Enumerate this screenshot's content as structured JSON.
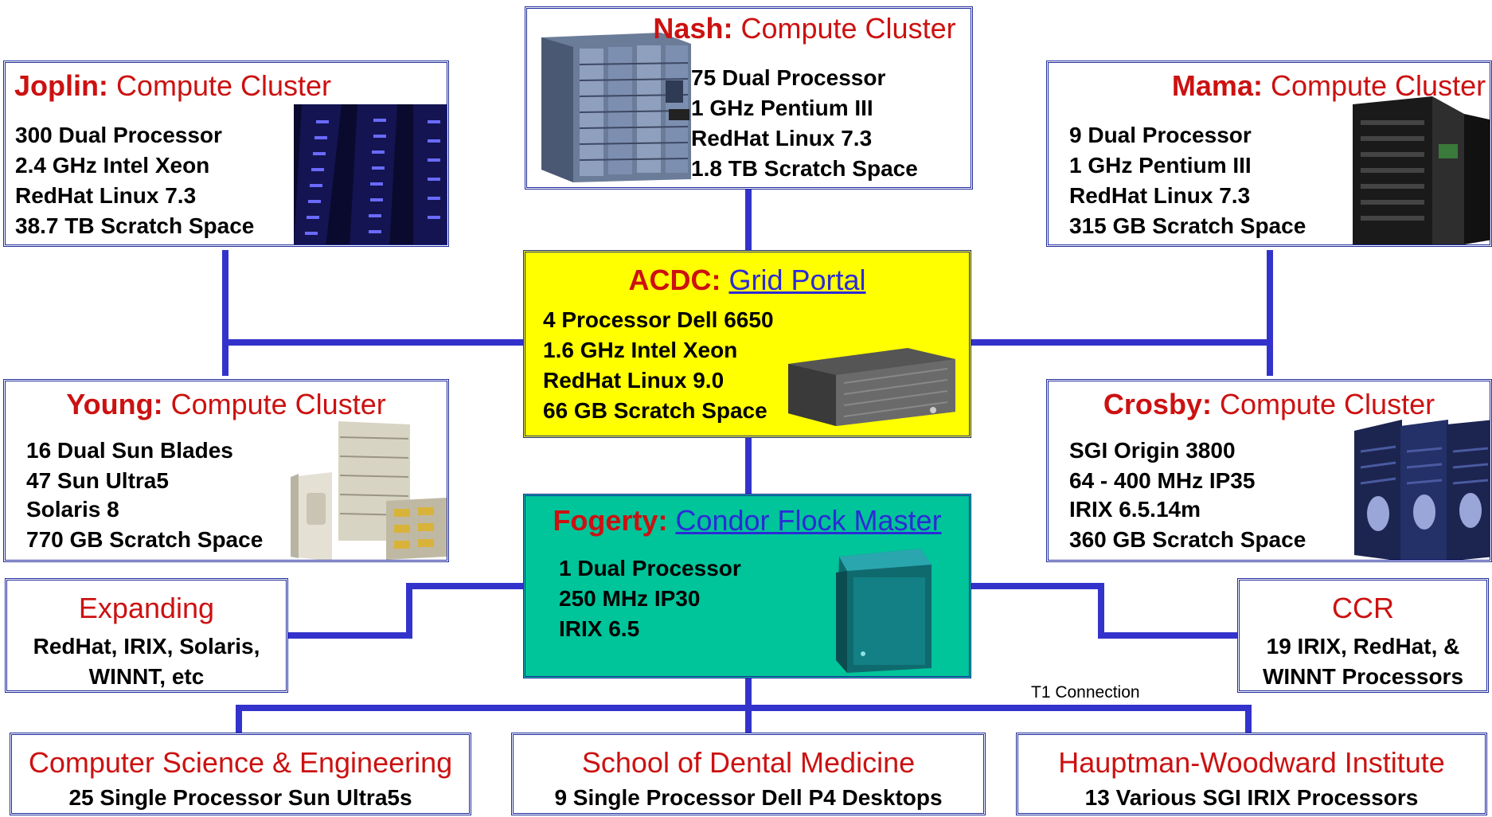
{
  "nash": {
    "name": "Nash:",
    "role": "Compute Cluster",
    "specs": [
      "75 Dual Processor",
      "1 GHz Pentium III",
      "RedHat Linux 7.3",
      "1.8 TB Scratch Space"
    ]
  },
  "joplin": {
    "name": "Joplin:",
    "role": "Compute Cluster",
    "specs": [
      "300 Dual Processor",
      "2.4 GHz Intel Xeon",
      "RedHat Linux 7.3",
      "38.7 TB Scratch Space"
    ]
  },
  "mama": {
    "name": "Mama:",
    "role": "Compute Cluster",
    "specs": [
      "9 Dual Processor",
      "1 GHz Pentium III",
      "RedHat Linux 7.3",
      "315 GB Scratch Space"
    ]
  },
  "acdc": {
    "name": "ACDC:",
    "role": "Grid Portal",
    "specs": [
      "4 Processor Dell 6650",
      "1.6 GHz Intel Xeon",
      "RedHat Linux 9.0",
      "66 GB Scratch Space"
    ]
  },
  "young": {
    "name": "Young:",
    "role": "Compute Cluster",
    "specs": [
      "16 Dual Sun Blades",
      "47 Sun Ultra5",
      "Solaris 8",
      "770 GB Scratch Space"
    ]
  },
  "crosby": {
    "name": "Crosby:",
    "role": "Compute Cluster",
    "specs": [
      "SGI Origin 3800",
      "64 - 400 MHz IP35",
      "IRIX 6.5.14m",
      "360 GB Scratch Space"
    ]
  },
  "fogerty": {
    "name": "Fogerty:",
    "role": "Condor Flock Master",
    "specs": [
      "1 Dual Processor",
      "250 MHz IP30",
      "IRIX 6.5"
    ]
  },
  "expanding": {
    "title": "Expanding",
    "specs": [
      "RedHat, IRIX, Solaris,",
      "WINNT, etc"
    ]
  },
  "ccr": {
    "title": "CCR",
    "specs": [
      "19 IRIX, RedHat, &",
      "WINNT Processors"
    ]
  },
  "cse": {
    "title": "Computer Science & Engineering",
    "spec": "25 Single Processor Sun Ultra5s"
  },
  "dental": {
    "title": "School of Dental Medicine",
    "spec": "9 Single Processor Dell P4 Desktops"
  },
  "hauptman": {
    "title": "Hauptman-Woodward Institute",
    "spec": "13 Various SGI IRIX Processors"
  },
  "t1_label": "T1 Connection",
  "colors": {
    "title_red": "#cc1111",
    "link_blue": "#2b2bd6",
    "connector": "#3333cc",
    "acdc_bg": "#ffff00",
    "fogerty_bg": "#00c49a"
  }
}
